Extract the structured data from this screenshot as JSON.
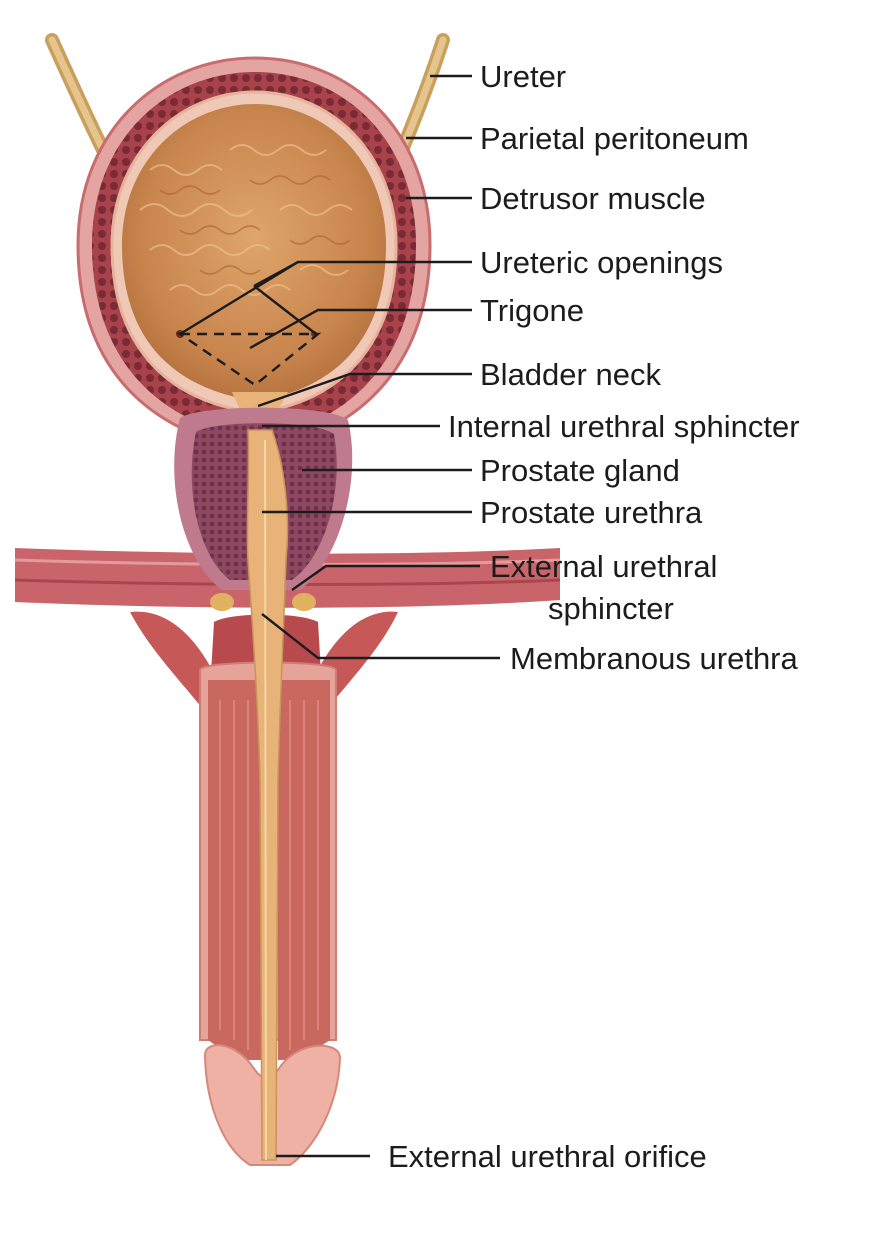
{
  "labels": {
    "ureter": "Ureter",
    "parietal_peritoneum": "Parietal peritoneum",
    "detrusor_muscle": "Detrusor muscle",
    "ureteric_openings": "Ureteric openings",
    "trigone": "Trigone",
    "bladder_neck": "Bladder neck",
    "internal_urethral_sphincter": "Internal urethral sphincter",
    "prostate_gland": "Prostate gland",
    "prostate_urethra": "Prostate urethra",
    "external_urethral_sphincter_line1": "External urethral",
    "external_urethral_sphincter_line2": "sphincter",
    "membranous_urethra": "Membranous urethra",
    "external_urethral_orifice": "External urethral orifice"
  },
  "colors": {
    "muscle_red": "#b04a52",
    "muscle_dark": "#7a2a35",
    "bladder_lumen": "#d69a62",
    "ureter_tan": "#d9b77d",
    "prostate_purple": "#8e4861",
    "prostate_outer": "#c07a8e",
    "urethra_tan": "#e8b378",
    "penis_pink": "#e6a39a",
    "penis_dark": "#c9685f"
  }
}
